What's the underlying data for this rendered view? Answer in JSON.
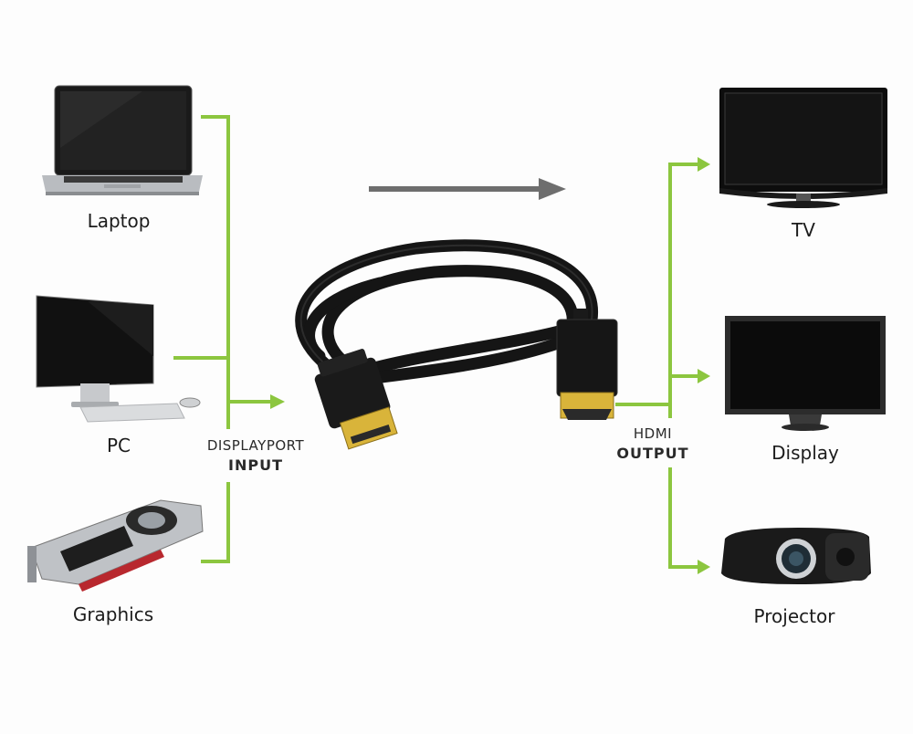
{
  "colors": {
    "connector_line": "#8cc63f",
    "direction_arrow": "#6e6e6e",
    "cable": "#151515",
    "gold_plug": "#d9b43a"
  },
  "direction_arrow": {
    "icon": "right-arrow-icon"
  },
  "input": {
    "port_name": "DISPLAYPORT",
    "port_role": "INPUT",
    "devices": [
      {
        "label": "Laptop",
        "icon": "laptop-icon"
      },
      {
        "label": "PC",
        "icon": "desktop-pc-icon"
      },
      {
        "label": "Graphics",
        "icon": "graphics-card-icon"
      }
    ]
  },
  "output": {
    "port_name": "HDMI",
    "port_role": "OUTPUT",
    "devices": [
      {
        "label": "TV",
        "icon": "tv-icon"
      },
      {
        "label": "Display",
        "icon": "monitor-icon"
      },
      {
        "label": "Projector",
        "icon": "projector-icon"
      }
    ]
  },
  "cable": {
    "icon": "displayport-to-hdmi-cable-icon"
  }
}
